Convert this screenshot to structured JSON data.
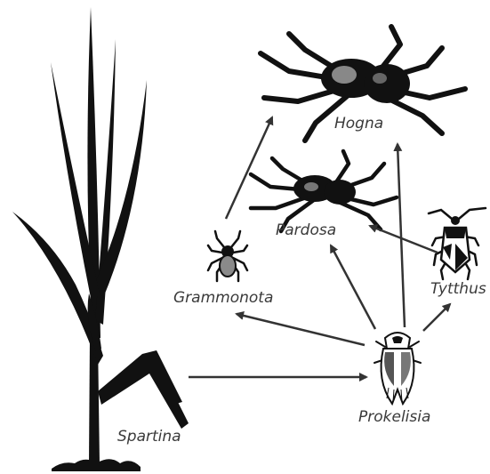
{
  "organisms": {
    "spartina": "Spartina",
    "prokelisia": "Prokelisia",
    "grammonota": "Grammonota",
    "pardosa": "Pardosa",
    "hogna": "Hogna",
    "tytthus": "Tytthus"
  },
  "colors": {
    "ink": "#111111",
    "label": "#3a3a3a",
    "arrow": "#333333",
    "spider_grey": "#8a8a8a",
    "background": "#ffffff"
  }
}
